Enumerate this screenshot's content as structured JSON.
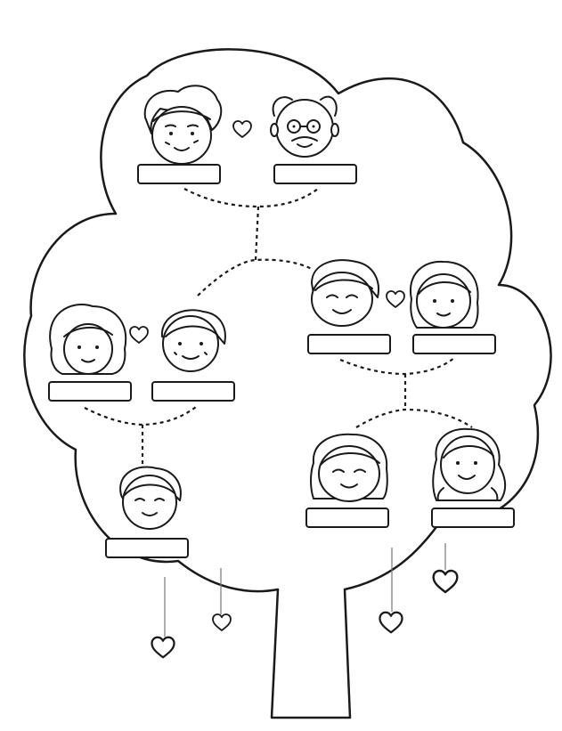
{
  "diagram": {
    "type": "family-tree",
    "generations": 3,
    "members": [
      {
        "id": "grandmother",
        "name": ""
      },
      {
        "id": "grandfather",
        "name": ""
      },
      {
        "id": "aunt",
        "name": ""
      },
      {
        "id": "uncle",
        "name": ""
      },
      {
        "id": "father",
        "name": ""
      },
      {
        "id": "mother",
        "name": ""
      },
      {
        "id": "cousin",
        "name": ""
      },
      {
        "id": "sister",
        "name": ""
      },
      {
        "id": "me",
        "name": ""
      }
    ],
    "couples": [
      [
        "grandmother",
        "grandfather"
      ],
      [
        "aunt",
        "uncle"
      ],
      [
        "father",
        "mother"
      ]
    ],
    "line_style": "dashed",
    "colors": {
      "line": "#1a1a1a",
      "background": "#ffffff",
      "skin": "#ffffff"
    },
    "icons": [
      "heart-icon",
      "face-icon",
      "glasses-icon"
    ]
  }
}
